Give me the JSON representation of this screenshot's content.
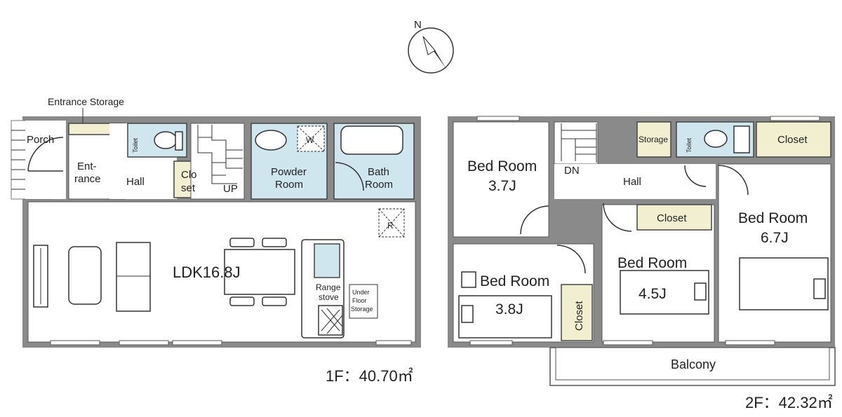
{
  "compass": {
    "label": "N"
  },
  "floor1": {
    "area_label": "1F：40.70㎡",
    "rooms": {
      "entrance_storage": "Entrance Storage",
      "porch": "Porch",
      "entrance_line1": "Ent-",
      "entrance_line2": "rance",
      "hall": "Hall",
      "toilet": "Toilet",
      "closet_line1": "Clo",
      "closet_line2": "set",
      "up": "UP",
      "powder_line1": "Powder",
      "powder_line2": "Room",
      "washer": "W",
      "bath_line1": "Bath",
      "bath_line2": "Room",
      "ldk": "LDK16.8J",
      "refrigerator": "R",
      "range_line1": "Range",
      "range_line2": "stove",
      "underfloor_line1": "Under",
      "underfloor_line2": "Floor",
      "underfloor_line3": "Storage"
    }
  },
  "floor2": {
    "area_label": "2F：42.32㎡",
    "rooms": {
      "bed_a_line1": "Bed Room",
      "bed_a_line2": "3.7J",
      "dn": "DN",
      "storage": "Storage",
      "toilet": "Toilet",
      "closet_top": "Closet",
      "hall": "Hall",
      "bed_b_line1": "Bed Room",
      "bed_b_line2": "6.7J",
      "closet_mid": "Closet",
      "bed_c_line1": "Bed Room",
      "bed_c_line2": "4.5J",
      "bed_d_line1": "Bed Room",
      "bed_d_line2": "3.8J",
      "closet_side": "Closet",
      "balcony": "Balcony"
    }
  }
}
